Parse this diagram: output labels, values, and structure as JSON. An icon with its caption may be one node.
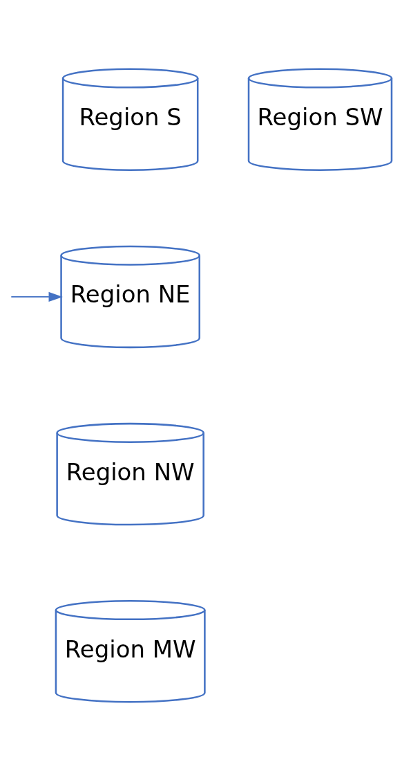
{
  "diagram": {
    "nodes": [
      {
        "text": [
          "Region S"
        ]
      },
      {
        "text": [
          "Region SW"
        ]
      },
      {
        "text": [
          "Region NE"
        ]
      },
      {
        "text": [
          "Region NW"
        ]
      },
      {
        "text": [
          "Region MW"
        ]
      }
    ],
    "edges": [
      {
        "from": null,
        "to": 2,
        "arrow": "to"
      }
    ]
  }
}
